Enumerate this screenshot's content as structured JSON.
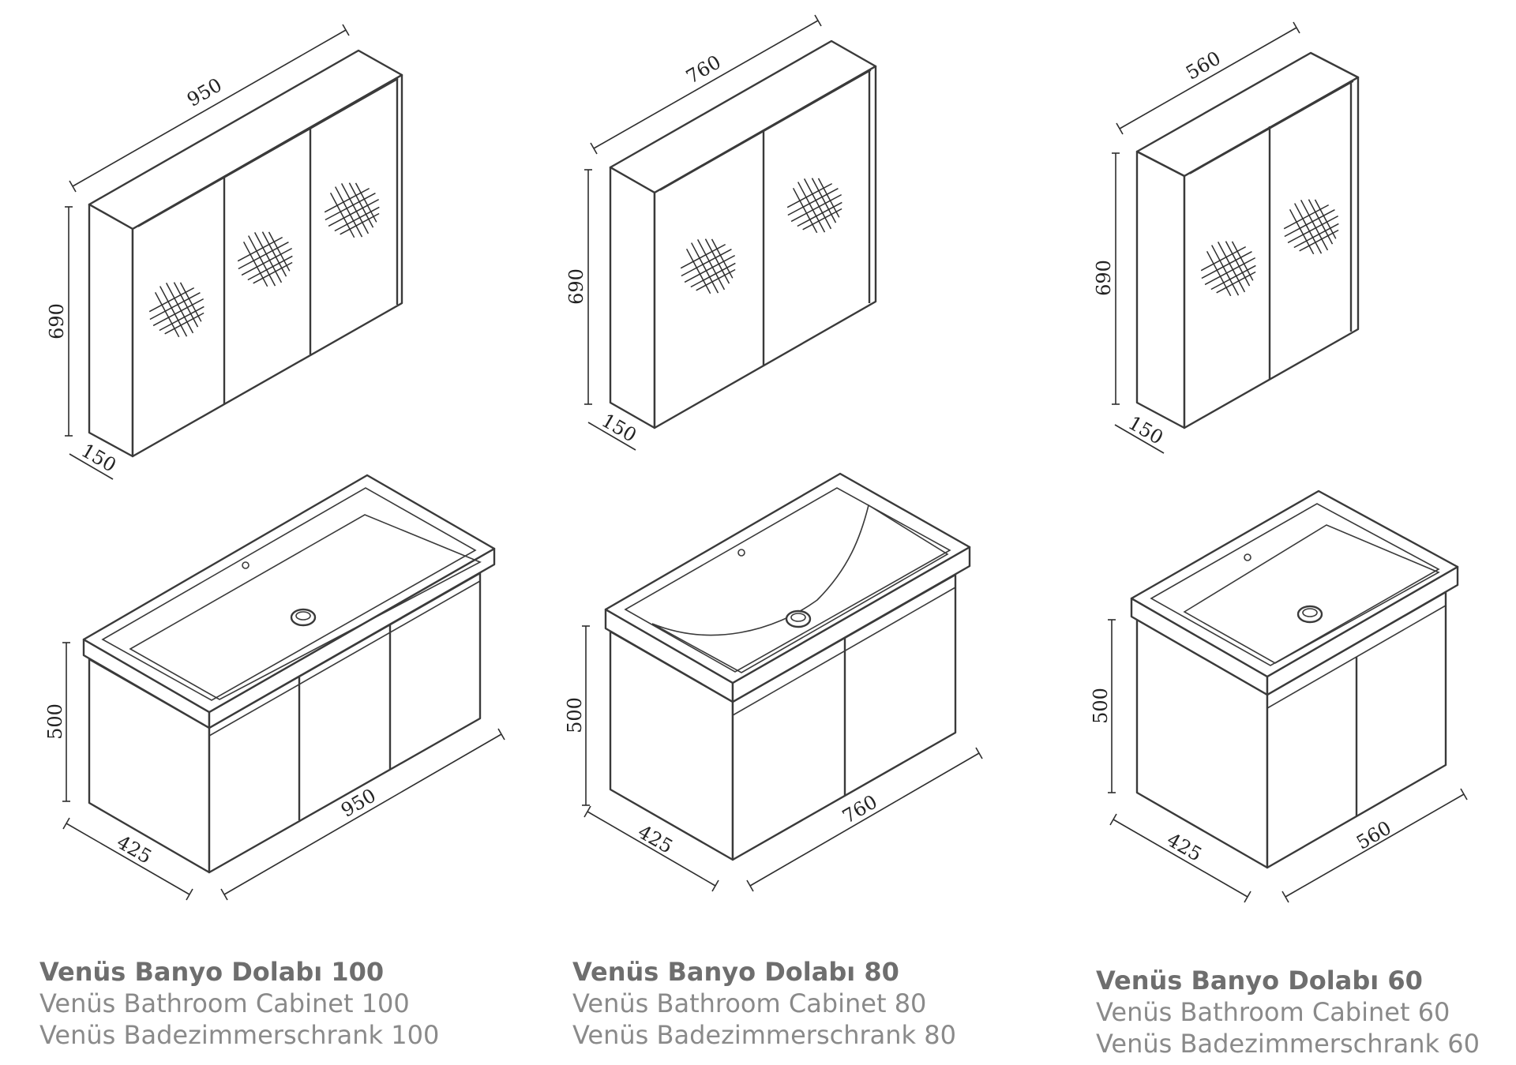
{
  "products": [
    {
      "id": "100",
      "mirror_cabinet": {
        "width": "950",
        "height": "690",
        "depth": "150",
        "doors": 3
      },
      "vanity_unit": {
        "width": "950",
        "height": "500",
        "depth": "425",
        "doors": 3
      },
      "caption": {
        "tr": "Venüs Banyo Dolabı 100",
        "en": "Venüs Bathroom Cabinet 100",
        "de": "Venüs Badezimmerschrank 100"
      }
    },
    {
      "id": "80",
      "mirror_cabinet": {
        "width": "760",
        "height": "690",
        "depth": "150",
        "doors": 2
      },
      "vanity_unit": {
        "width": "760",
        "height": "500",
        "depth": "425",
        "doors": 2
      },
      "caption": {
        "tr": "Venüs Banyo Dolabı 80",
        "en": "Venüs Bathroom Cabinet 80",
        "de": "Venüs Badezimmerschrank 80"
      }
    },
    {
      "id": "60",
      "mirror_cabinet": {
        "width": "560",
        "height": "690",
        "depth": "150",
        "doors": 2
      },
      "vanity_unit": {
        "width": "560",
        "height": "500",
        "depth": "425",
        "doors": 2
      },
      "caption": {
        "tr": "Venüs Banyo Dolabı 60",
        "en": "Venüs Bathroom Cabinet 60",
        "de": "Venüs Badezimmerschrank 60"
      }
    }
  ],
  "colors": {
    "line": "#3a3a3a",
    "caption_title": "#6e6e6e",
    "caption_text": "#8a8a8a"
  },
  "icons": {
    "door_decor": "crosshatch-square"
  }
}
